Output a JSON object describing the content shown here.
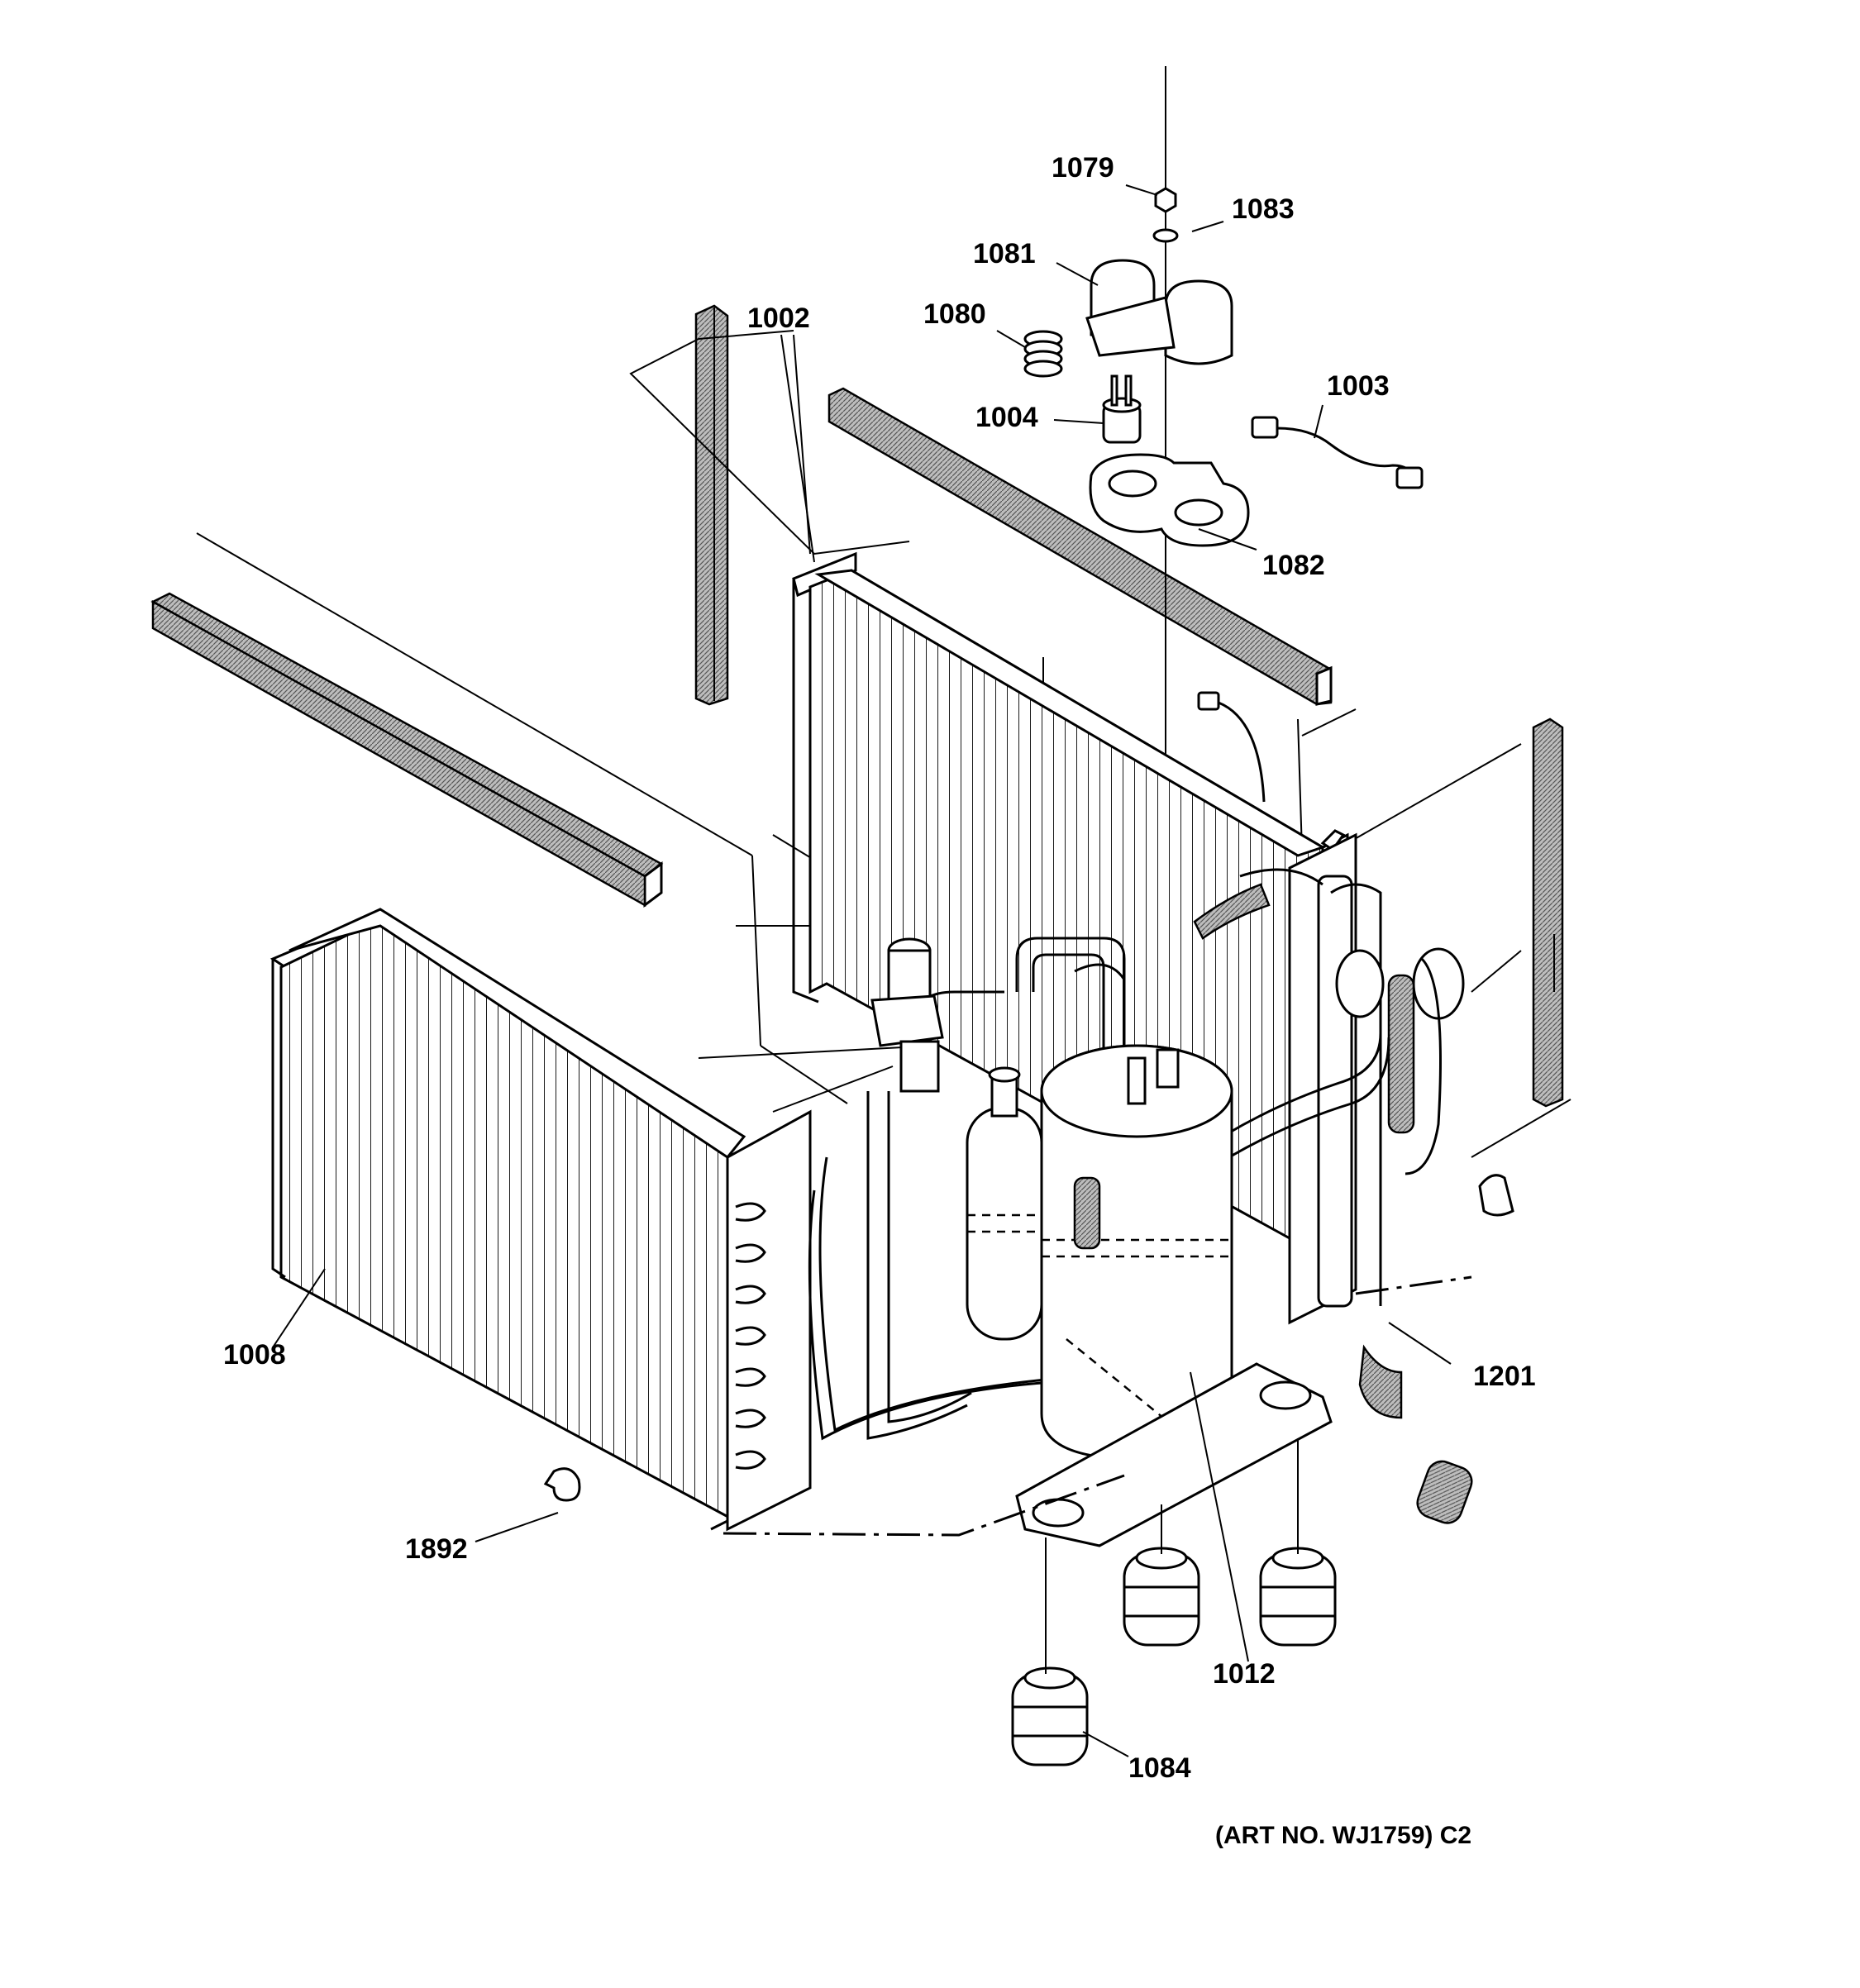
{
  "parts": [
    {
      "label": "1079"
    },
    {
      "label": "1083"
    },
    {
      "label": "1081"
    },
    {
      "label": "1080"
    },
    {
      "label": "1002"
    },
    {
      "label": "1004"
    },
    {
      "label": "1003"
    },
    {
      "label": "1082"
    },
    {
      "label": "1008"
    },
    {
      "label": "1201"
    },
    {
      "label": "1892"
    },
    {
      "label": "1012"
    },
    {
      "label": "1084"
    }
  ],
  "art_number": "(ART NO. WJ1759) C2"
}
